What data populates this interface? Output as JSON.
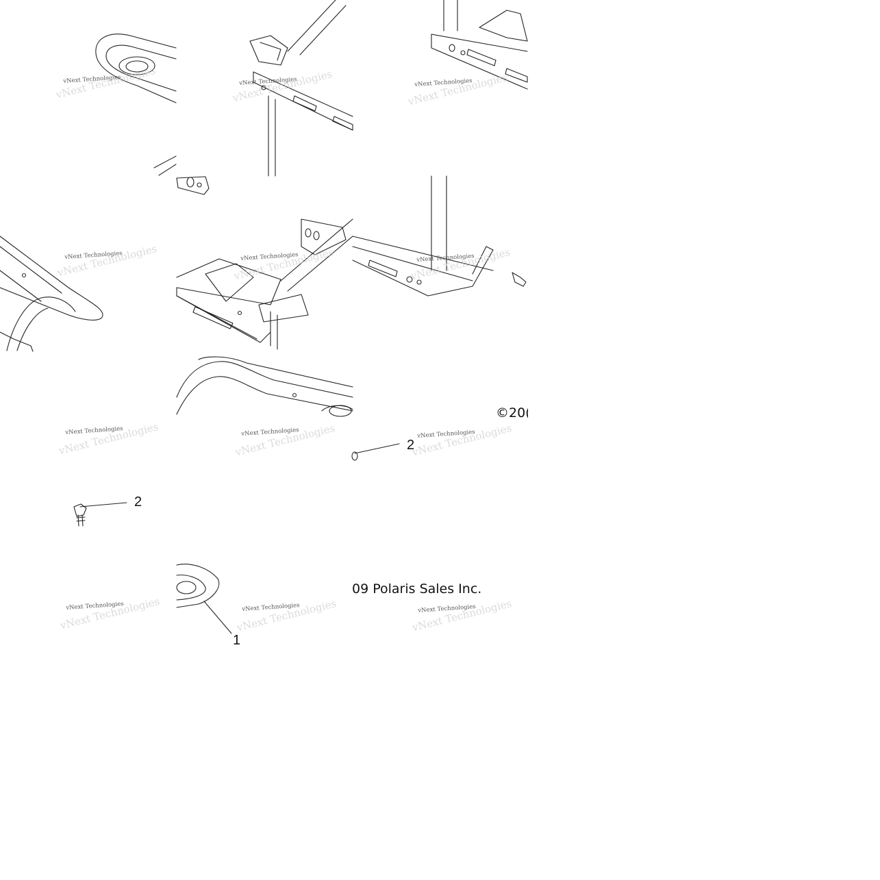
{
  "diagram": {
    "callouts": [
      "1",
      "2",
      "2"
    ],
    "copyright_symbol": "©",
    "copyright_fragment_a": "20(",
    "copyright_fragment_b": "09 Polaris Sales Inc.",
    "watermark": "vNext Technologies"
  },
  "colors": {
    "line": "#222222",
    "background": "#ffffff",
    "watermark": "#555555"
  }
}
